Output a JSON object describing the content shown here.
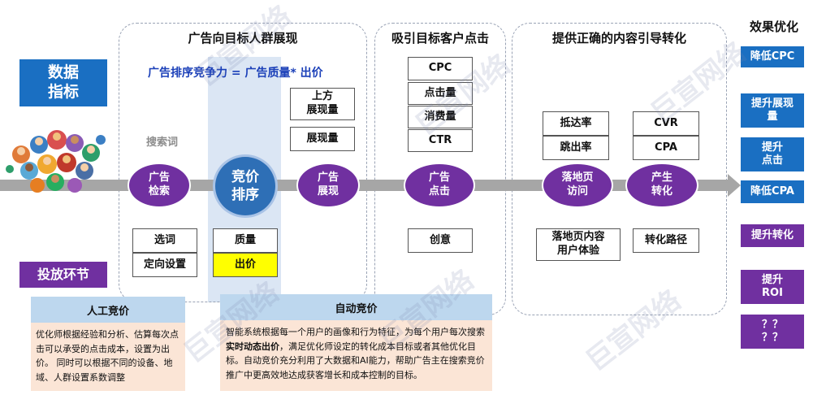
{
  "left": {
    "data_metrics": "数据\n指标",
    "placement_stage": "投放环节",
    "search_term": "搜索词"
  },
  "sections": {
    "audience_title": "广告向目标人群展现",
    "formula": "广告排序竞争力 = 广告质量* 出价",
    "attract_title": "吸引目标客户点击",
    "guide_title": "提供正确的内容引导转化",
    "effect_title": "效果优化"
  },
  "nodes": {
    "ad_search": "广告\n检索",
    "bid_rank": "竞价\n排序",
    "ad_show": "广告\n展现",
    "ad_click": "广告\n点击",
    "landing_visit": "落地页\n访问",
    "conversion": "产生\n转化"
  },
  "boxes": {
    "top_show": "上方\n展现量",
    "show": "展现量",
    "cpc": "CPC",
    "clicks": "点击量",
    "spend": "消费量",
    "ctr": "CTR",
    "arrival_rate": "抵达率",
    "bounce_rate": "跳出率",
    "cvr": "CVR",
    "cpa": "CPA",
    "select_words": "选词",
    "targeting": "定向设置",
    "quality": "质量",
    "bid": "出价",
    "creative": "创意",
    "landing_experience": "落地页内容\n用户体验",
    "conversion_path": "转化路径"
  },
  "effects": [
    "降低CPC",
    "提升展现\n量",
    "提升\n点击",
    "降低CPA",
    "提升转化",
    "提升\nROI",
    "？？\n？？"
  ],
  "bidding": {
    "manual_title": "人工竞价",
    "manual_text": "优化师根据经验和分析、估算每次点击可以承受的点击成本，设置为出价。 同时可以根据不同的设备、地域、人群设置系数调整",
    "auto_title": "自动竞价",
    "auto_text_1": "智能系统根据每一个用户的画像和行为特征，为每个用户每次搜索",
    "auto_text_bold": "实时动态出价",
    "auto_text_2": "，满足优化师设定的转化成本目标或者其他优化目标。自动竞价充分利用了大数据和AI能力，帮助广告主在搜索竞价推广中更高效地达成获客增长和成本控制的目标。"
  },
  "watermark": "巨宣网络",
  "colors": {
    "blue": "#1a6fc2",
    "purple": "#7030a0",
    "highlight": "#ffff00",
    "band": "#dbe6f4"
  }
}
